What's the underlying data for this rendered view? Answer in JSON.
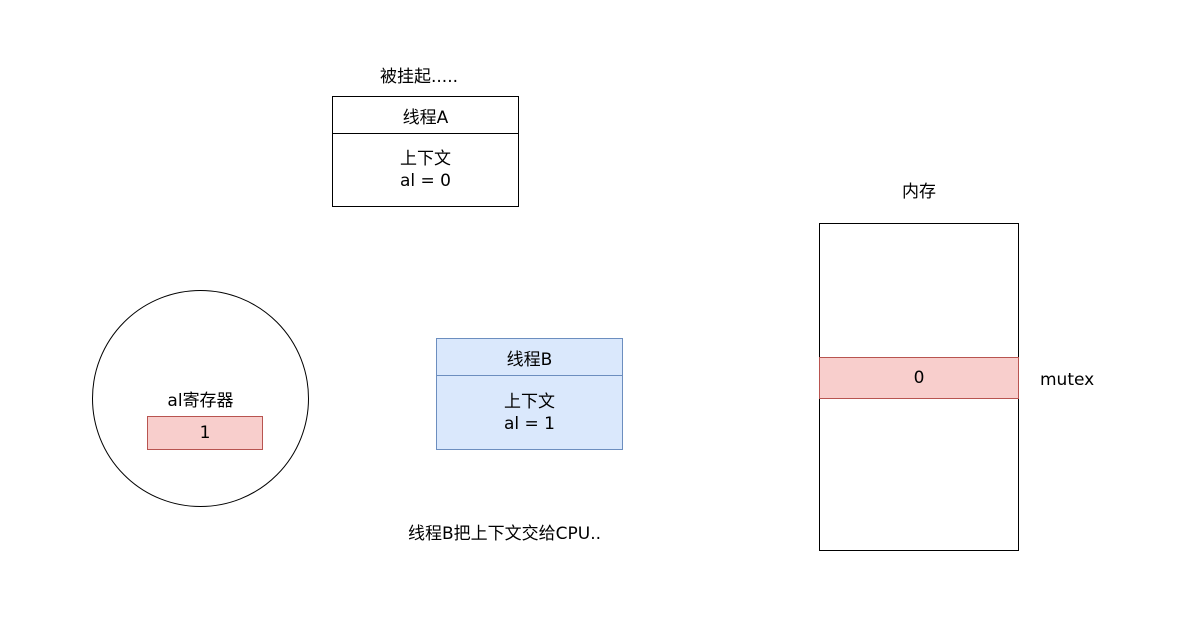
{
  "thread_a": {
    "status": "被挂起.....",
    "title": "线程A",
    "context_label": "上下文",
    "context_value": "al = 0"
  },
  "thread_b": {
    "title": "线程B",
    "context_label": "上下文",
    "context_value": "al = 1",
    "caption": "线程B把上下文交给CPU.."
  },
  "register": {
    "label": "al寄存器",
    "value": "1"
  },
  "memory": {
    "title": "内存",
    "cell_value": "0",
    "cell_label": "mutex"
  },
  "colors": {
    "blue_fill": "#dae8fc",
    "blue_stroke": "#6c8ebf",
    "red_fill": "#f8cecc",
    "red_stroke": "#b85450"
  }
}
